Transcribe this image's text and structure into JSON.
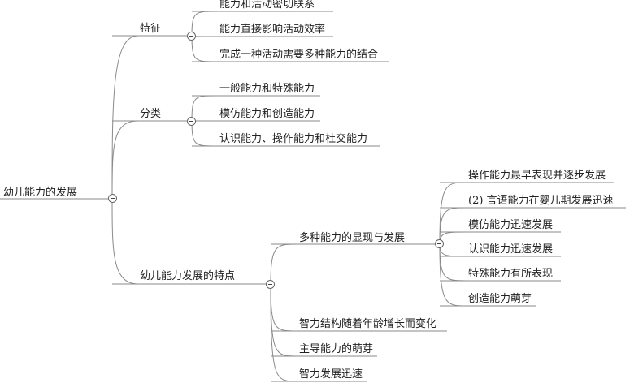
{
  "mindmap": {
    "root": "幼儿能力的发展",
    "branches": [
      {
        "label": "特征",
        "children": [
          "能力和活动密切联系",
          "能力直接影响活动效率",
          "完成一种活动需要多种能力的结合"
        ]
      },
      {
        "label": "分类",
        "children": [
          "一般能力和特殊能力",
          "模仿能力和创造能力",
          "认识能力、操作能力和杜交能力"
        ]
      },
      {
        "label": "幼儿能力发展的特点",
        "children": [
          {
            "label": "多种能力的显现与发展",
            "children": [
              "操作能力最早表现并逐步发展",
              "(2) 言语能力在婴儿期发展迅速",
              "模仿能力迅速发展",
              "认识能力迅速发展",
              "特殊能力有所表现",
              "创造能力萌芽"
            ]
          },
          "智力结构随着年龄增长而变化",
          "主导能力的萌芽",
          "智力发展迅速"
        ]
      }
    ]
  },
  "colors": {
    "line": "#8a8a8a",
    "text": "#222222"
  }
}
